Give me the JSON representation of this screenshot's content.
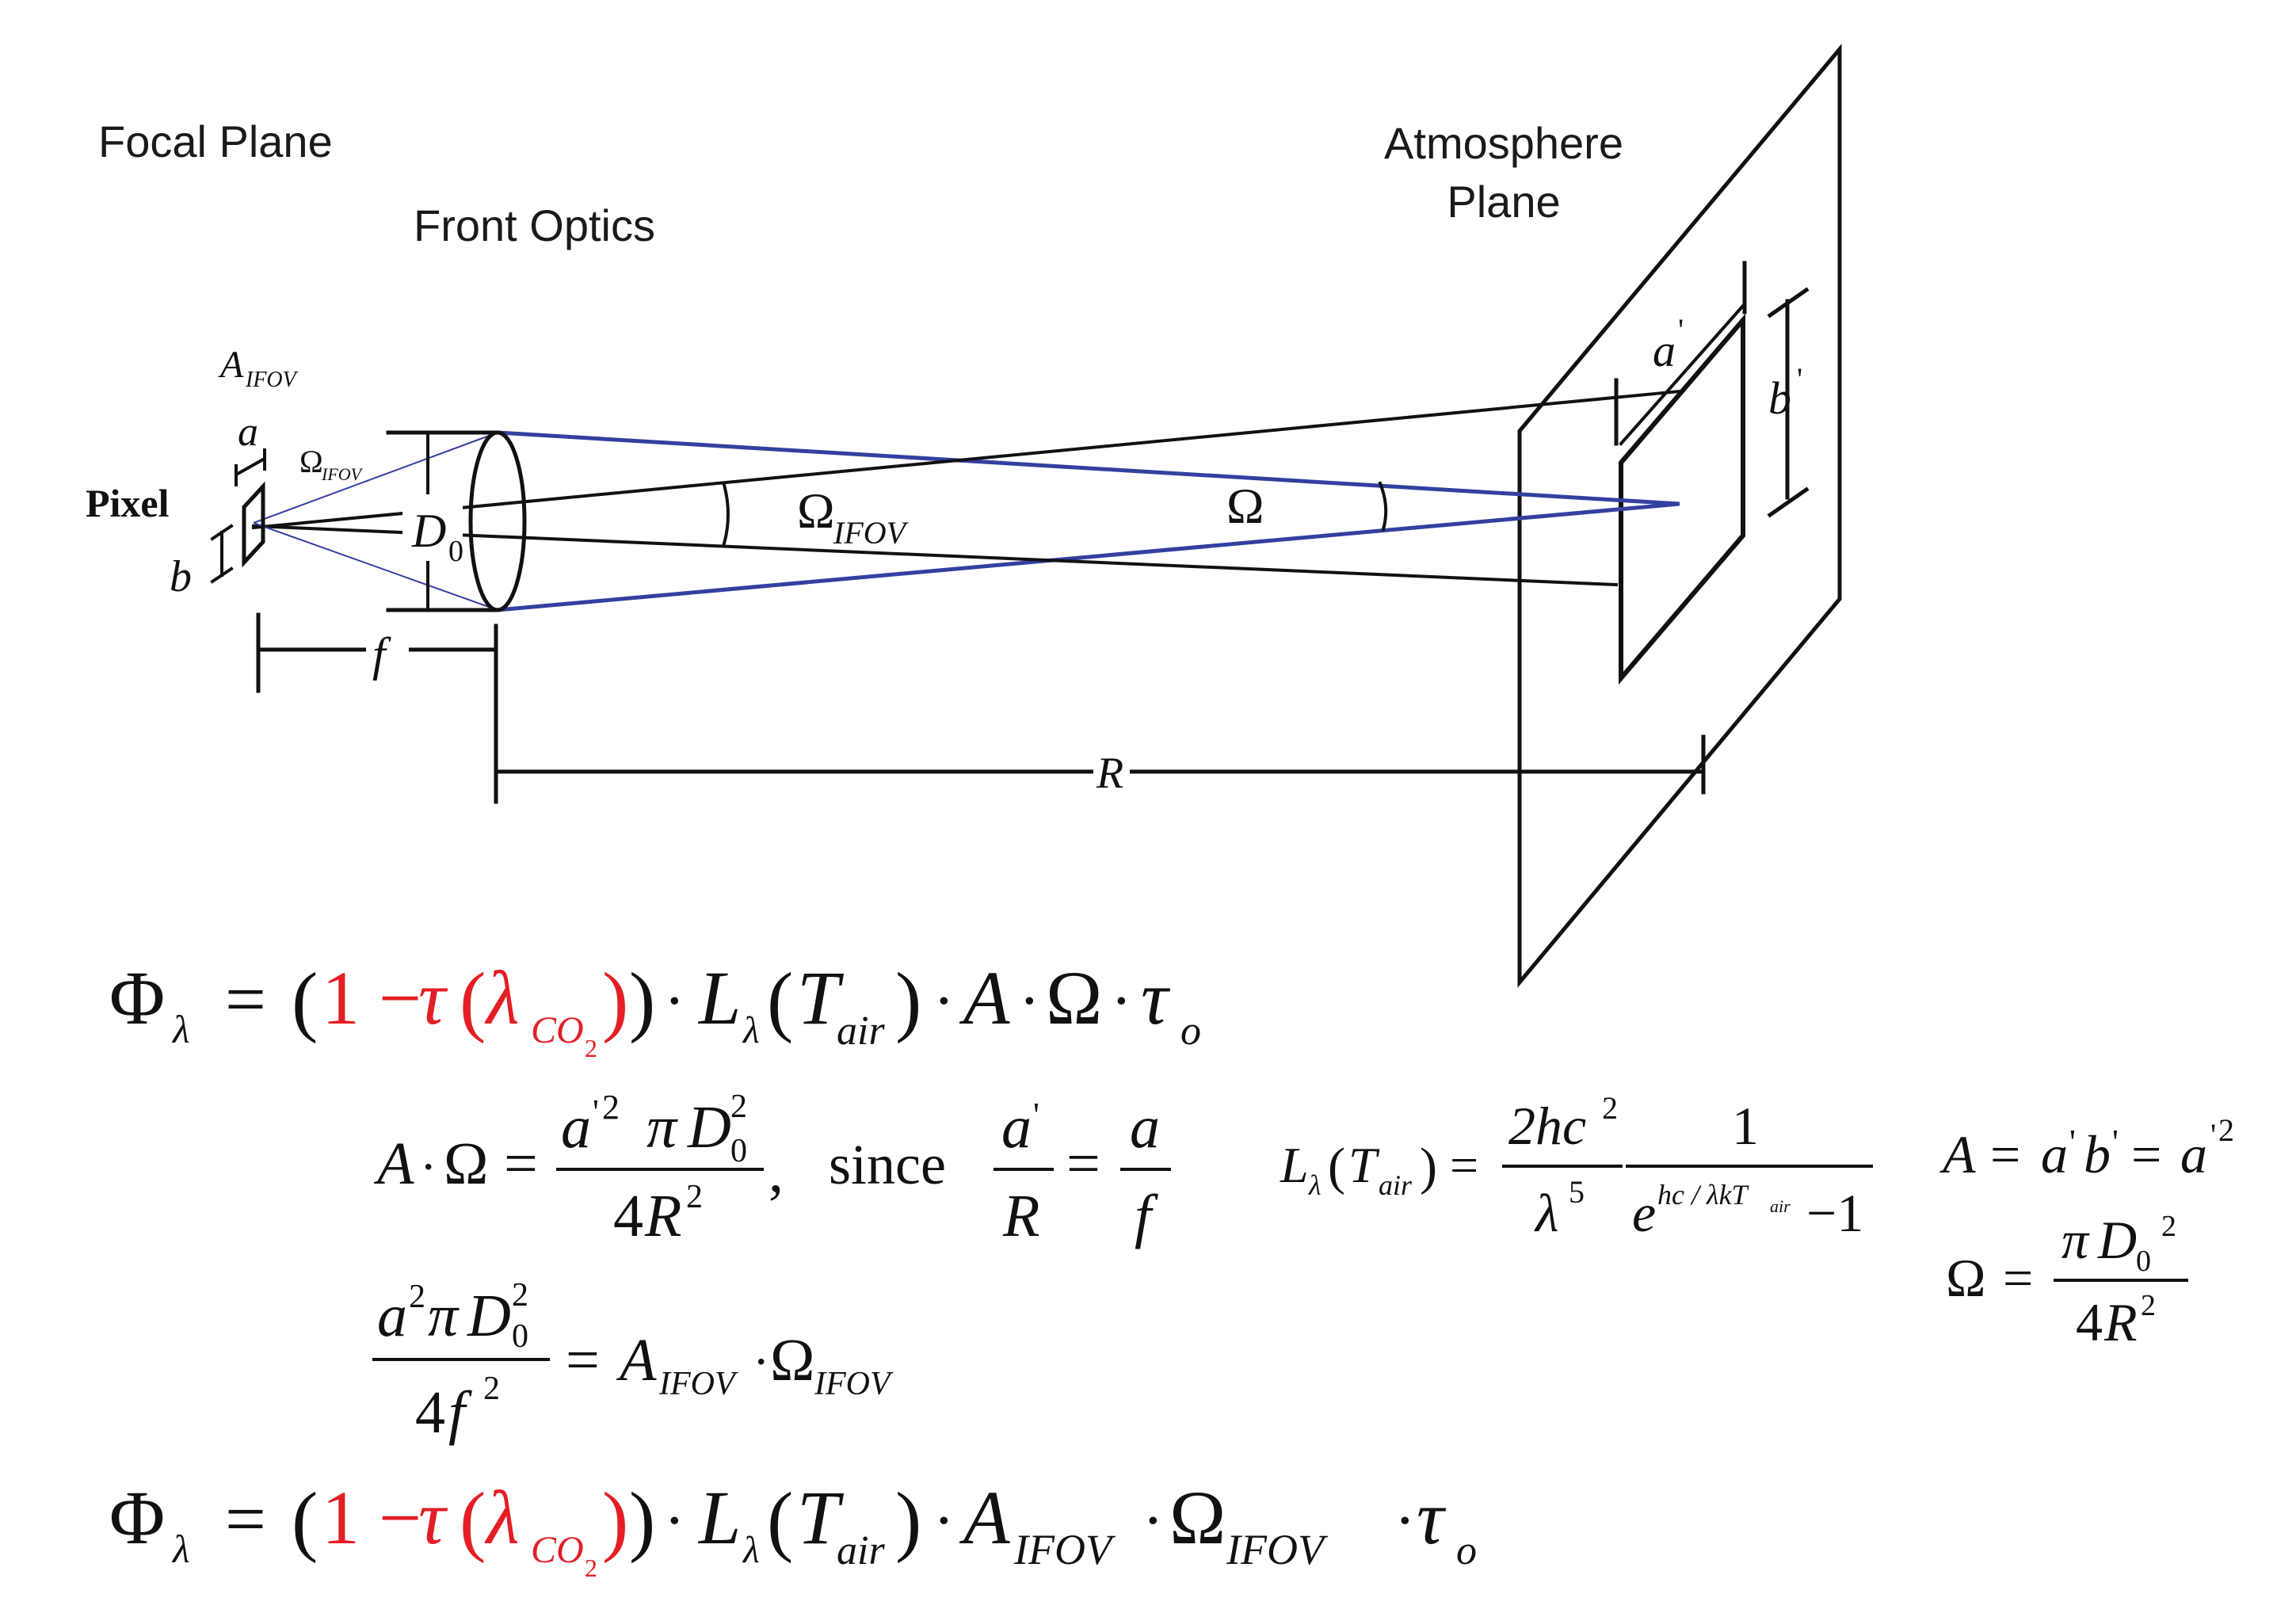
{
  "colors": {
    "ink": "#111111",
    "ray_blue": "#3340a0",
    "highlight_red": "#e31e24"
  },
  "labels": {
    "focal_plane": "Focal Plane",
    "front_optics": "Front Optics",
    "atmosphere_line1": "Atmosphere",
    "atmosphere_line2": "Plane",
    "pixel": "Pixel",
    "a_ifov_main": "A",
    "a_ifov_sub": "IFOV",
    "omega_ifov_small_main": "Ω",
    "omega_ifov_small_sub": "IFOV",
    "a": "a",
    "b": "b",
    "d0_main": "D",
    "d0_sub": "0",
    "f": "f",
    "R": "R",
    "omega_ifov_main": "Ω",
    "omega_ifov_sub": "IFOV",
    "omega": "Ω",
    "a_prime": "a",
    "b_prime": "b",
    "prime": "'"
  },
  "equations": {
    "phi": "Φ",
    "lambda": "λ",
    "eq": "=",
    "lparen": "(",
    "rparen": ")",
    "one_minus": "1 −",
    "tau": "τ",
    "co2_co": "CO",
    "co2_2": "2",
    "dot": "·",
    "L": "L",
    "T": "T",
    "air": "air",
    "A": "A",
    "Omega": "Ω",
    "o": "o",
    "ifov": "IFOV",
    "since": "since",
    "comma": ",",
    "pi": "π",
    "D": "D",
    "zero": "0",
    "four": "4",
    "R": "R",
    "two": "2",
    "a": "a",
    "b": "b",
    "f": "f",
    "prime": "'",
    "hc2_num": "2hc",
    "five": "5",
    "one": "1",
    "e": "e",
    "exp": "hc / λkT",
    "exp_sub": "air",
    "minus_one": "−1"
  }
}
